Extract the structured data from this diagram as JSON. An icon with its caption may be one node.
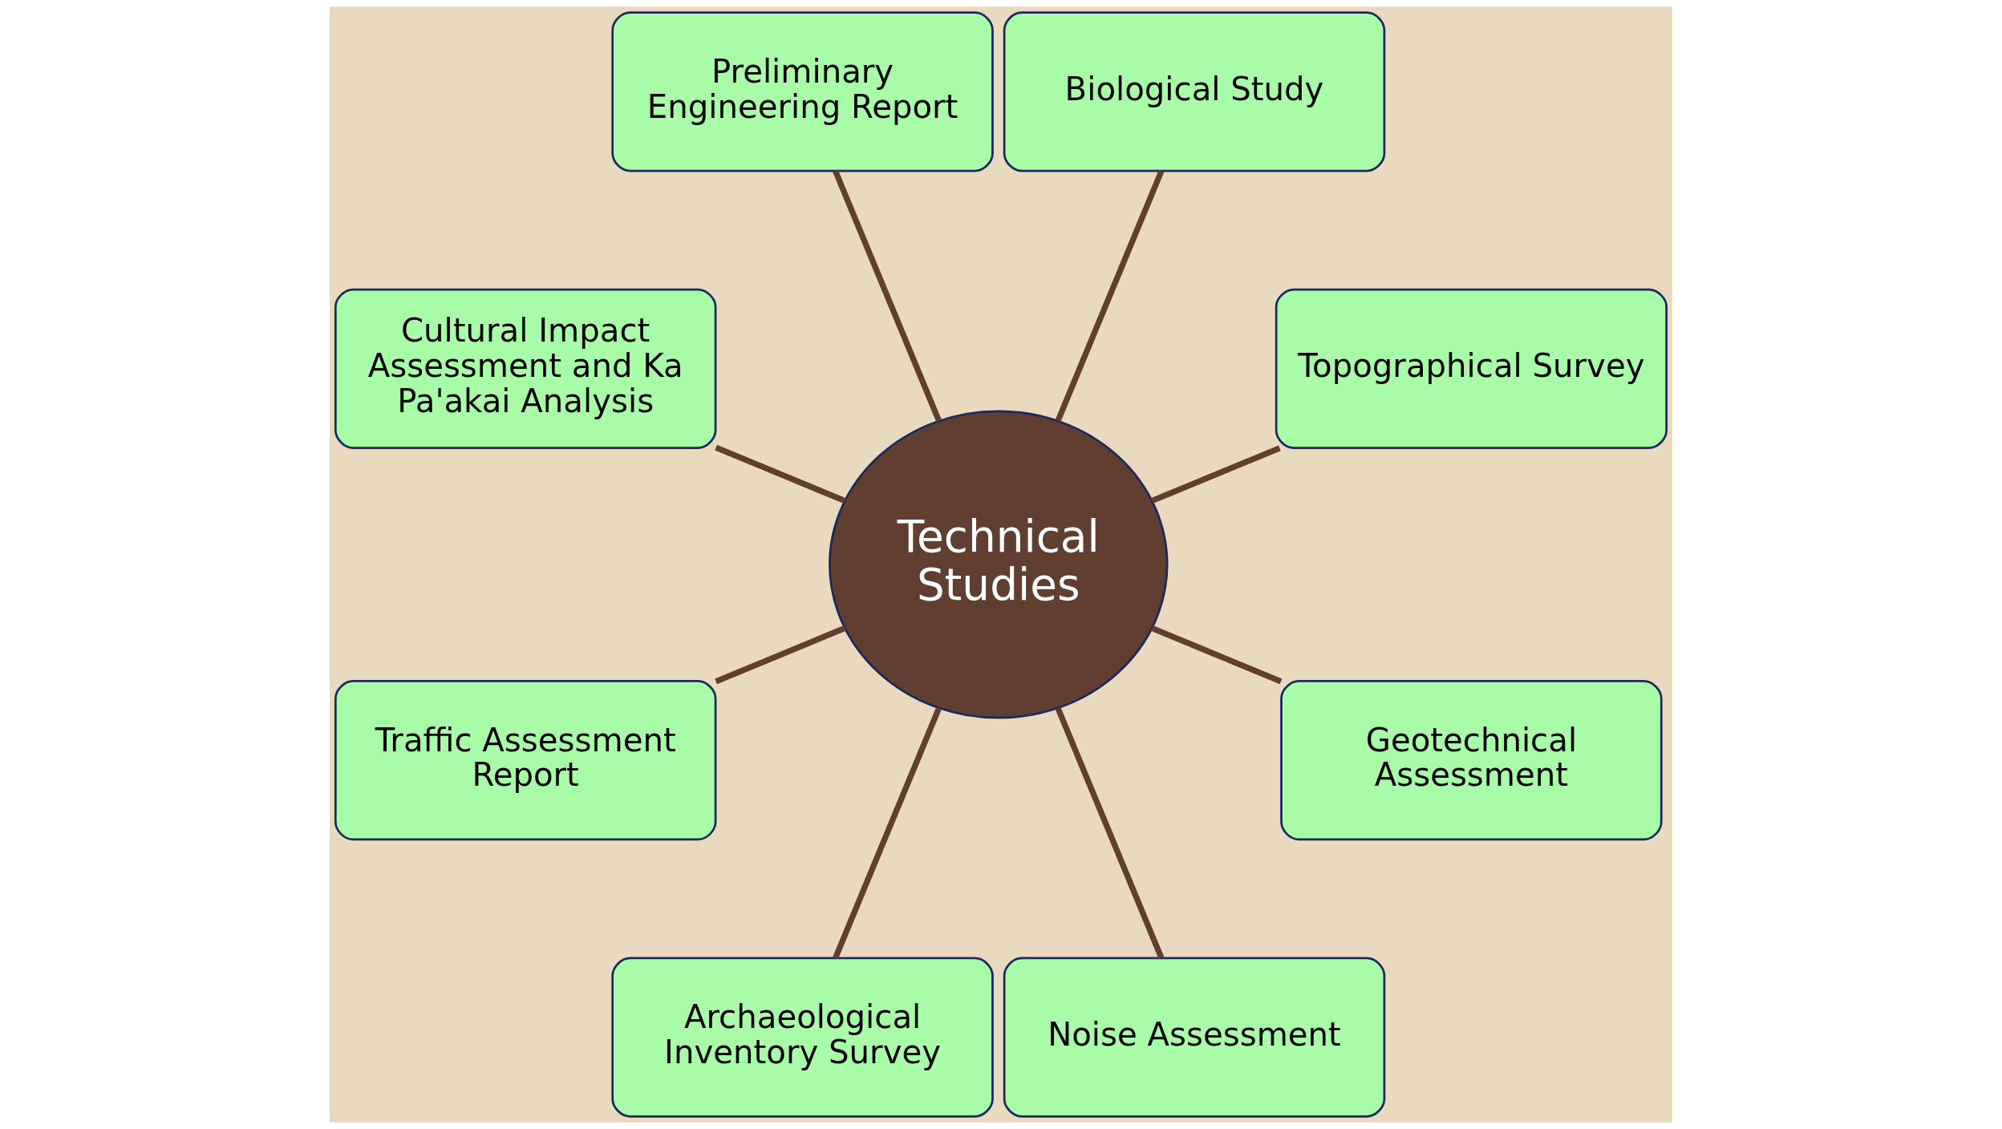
{
  "diagram": {
    "nodes": [
      {
        "text": [
          "Topographical Survey"
        ]
      },
      {
        "text": [
          "Biological Study"
        ]
      },
      {
        "text": [
          "Preliminary Engineering Report"
        ]
      },
      {
        "text": [
          "Cultural Impact Assessment and Ka Pa'akai Analysis"
        ]
      },
      {
        "text": [
          "Technical Studies"
        ]
      },
      {
        "text": [
          "Traffic Assessment Report"
        ]
      },
      {
        "text": [
          "Archaeological Inventory Survey"
        ]
      },
      {
        "text": [
          "Noise Assessment"
        ]
      },
      {
        "text": [
          "Geotechnical Assessment"
        ]
      }
    ],
    "edges": [
      {
        "from": 4,
        "to": 0,
        "arrow": "none"
      },
      {
        "from": 4,
        "to": 2,
        "arrow": "none"
      },
      {
        "from": 4,
        "to": 5,
        "arrow": "none"
      },
      {
        "from": 4,
        "to": 7,
        "arrow": "none"
      },
      {
        "from": 4,
        "to": 8,
        "arrow": "none"
      },
      {
        "from": 4,
        "to": 6,
        "arrow": "none"
      },
      {
        "from": 4,
        "to": 3,
        "arrow": "none"
      },
      {
        "from": 4,
        "to": 1,
        "arrow": "none"
      }
    ]
  }
}
